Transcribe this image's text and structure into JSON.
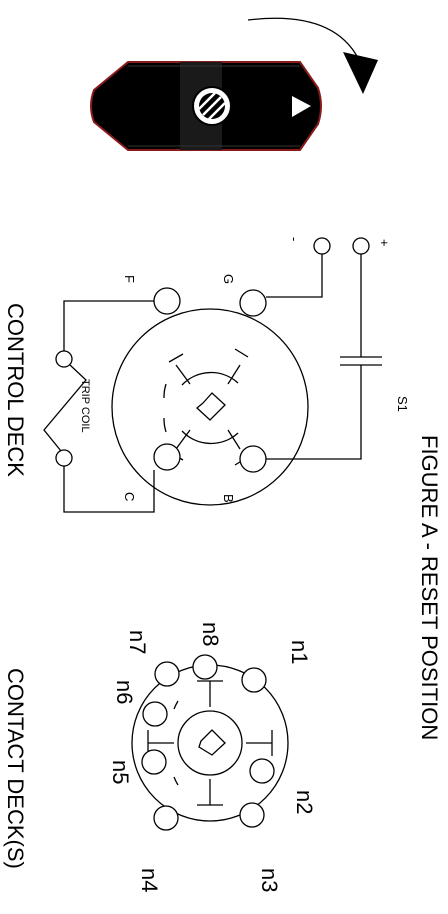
{
  "figure_title": "FIGURE A - RESET POSITION",
  "control_deck": {
    "caption": "CONTROL DECK",
    "terminals": {
      "g": "G",
      "f": "F",
      "b": "B",
      "c": "C"
    },
    "supply": {
      "minus": "-",
      "plus": "+"
    },
    "capacitor": "S1",
    "coil": "TRIP COIL"
  },
  "contact_deck": {
    "caption": "CONTACT DECK(S)",
    "terminals": [
      "n1",
      "n2",
      "n3",
      "n4",
      "n5",
      "n6",
      "n7",
      "n8"
    ]
  },
  "handle": {
    "body_color": "#000000",
    "outline_color": "#8b1a1a"
  }
}
